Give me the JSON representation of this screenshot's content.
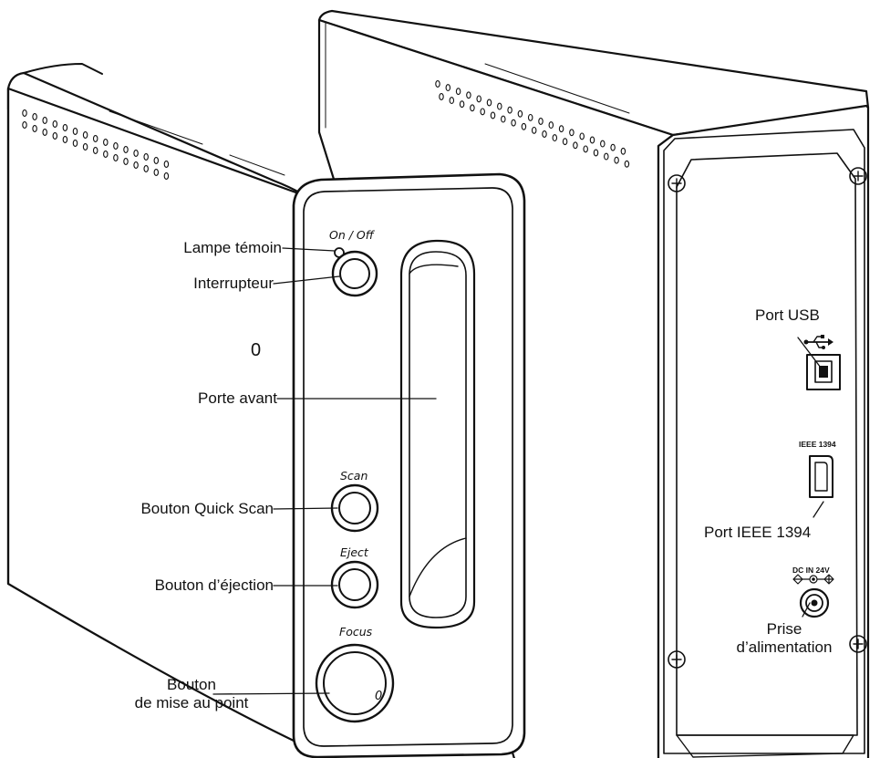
{
  "front_panel": {
    "on_off": "On / Off",
    "scan": "Scan",
    "eject": "Eject",
    "focus": "Focus",
    "side_mark": "0",
    "knob_mark": "0"
  },
  "rear_panel": {
    "ieee_text": "IEEE 1394",
    "dc_text": "DC IN 24V"
  },
  "callouts": {
    "lampe": "Lampe témoin",
    "interrupteur": "Interrupteur",
    "porte": "Porte avant",
    "quick_scan": "Bouton Quick Scan",
    "ejection": "Bouton d’éjection",
    "focus_line1": "Bouton",
    "focus_line2": "de mise au point",
    "usb": "Port USB",
    "ieee": "Port IEEE 1394",
    "prise_line1": "Prise",
    "prise_line2": "d’alimentation"
  }
}
